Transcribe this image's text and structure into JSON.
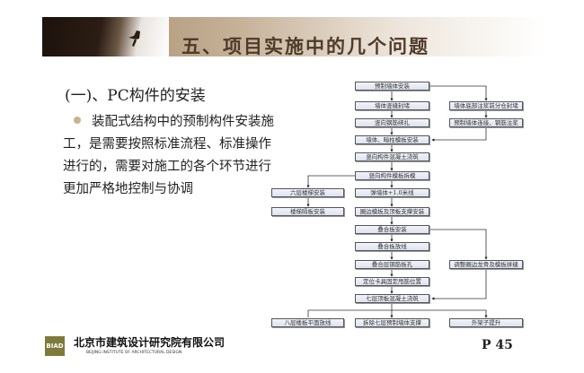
{
  "header": {
    "title": "五、项目实施中的几个问题"
  },
  "section": {
    "heading": "(一)、PC构件的安装",
    "body": "装配式结构中的预制构件安装施工，是需要按照标准流程、标准操作进行的，需要对施工的各个环节进行更加严格地控制与协调"
  },
  "flow": {
    "main": [
      "预制墙体安装",
      "墙体竖缝封堵",
      "竖向钢筋绑扎",
      "墙体、暗柱模板安装",
      "竖向构件混凝土浇筑",
      "竖向构件模板拆模",
      "弹墙体+1.0米线",
      "圈边模板及顶板支撑安装",
      "叠合板安装",
      "叠合板放线",
      "叠合层钢筋板孔",
      "定位卡具固定甩筋位置",
      "七层顶板混凝土浇筑",
      "拆除七层预制墙体支撑"
    ],
    "right": [
      "墙体底部注浆前分仓封堵",
      "预制墙体连接、钢筋注浆",
      "调整圈边龙骨及模板拼缝",
      "外架子提升"
    ],
    "left": [
      "六层楼梯安装",
      "楼梯隔板安装",
      "八层楼板平面放线"
    ]
  },
  "footer": {
    "logo": "BIAD",
    "org": "北京市建筑设计研究院有限公司",
    "org_en": "BEIJING INSTITUTE OF ARCHITECTURAL DESIGN",
    "page": "P 45"
  }
}
